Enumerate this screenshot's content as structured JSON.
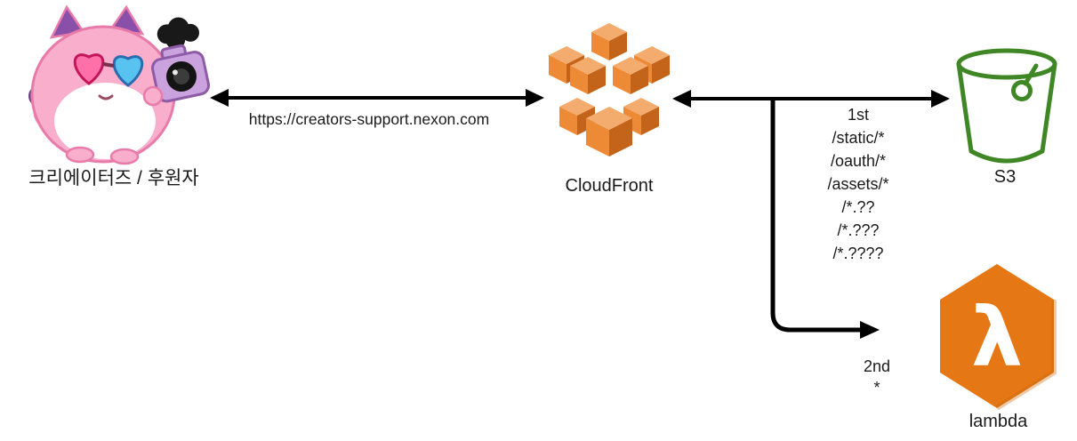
{
  "diagram": {
    "nodes": {
      "client": {
        "label": "크리에이터즈 / 후원자",
        "icon": "pink-cat-character-icon"
      },
      "cloudfront": {
        "label": "CloudFront",
        "icon": "aws-cloudfront-icon"
      },
      "s3": {
        "label": "S3",
        "icon": "s3-bucket-icon"
      },
      "lambda": {
        "label": "lambda",
        "icon": "aws-lambda-icon",
        "symbol": "λ"
      }
    },
    "edges": {
      "client_cloudfront": {
        "type": "bidirectional-arrow",
        "label": "https://creators-support.nexon.com"
      },
      "cloudfront_s3": {
        "type": "bidirectional-arrow",
        "label": "1st\n/static/*\n/oauth/*\n/assets/*\n/*.??\n/*.???\n/*.????"
      },
      "cloudfront_lambda": {
        "type": "arrow",
        "label": "2nd\n*"
      }
    },
    "colors": {
      "aws_orange": "#E8822D",
      "aws_orange_light": "#F4AC6E",
      "aws_orange_dark": "#C4641A",
      "lambda_orange": "#E57714",
      "s3_green": "#3F8624",
      "arrow_black": "#000000",
      "character_pink": "#F9AECB"
    }
  }
}
